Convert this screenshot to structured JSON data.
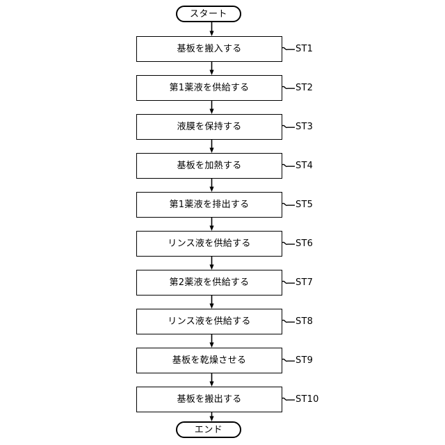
{
  "diagram": {
    "type": "flowchart",
    "orientation": "vertical",
    "title": "",
    "start": {
      "label": "スタート",
      "shape": "terminal"
    },
    "end": {
      "label": "エンド",
      "shape": "terminal"
    },
    "steps": [
      {
        "id": "ST1",
        "label": "基板を搬入する",
        "tag": "ST1"
      },
      {
        "id": "ST2",
        "label": "第1薬液を供給する",
        "tag": "ST2"
      },
      {
        "id": "ST3",
        "label": "液膜を保持する",
        "tag": "ST3"
      },
      {
        "id": "ST4",
        "label": "基板を加熱する",
        "tag": "ST4"
      },
      {
        "id": "ST5",
        "label": "第1薬液を排出する",
        "tag": "ST5"
      },
      {
        "id": "ST6",
        "label": "リンス液を供給する",
        "tag": "ST6"
      },
      {
        "id": "ST7",
        "label": "第2薬液を供給する",
        "tag": "ST7"
      },
      {
        "id": "ST8",
        "label": "リンス液を供給する",
        "tag": "ST8"
      },
      {
        "id": "ST9",
        "label": "基板を乾燥させる",
        "tag": "ST9"
      },
      {
        "id": "ST10",
        "label": "基板を搬出する",
        "tag": "ST10"
      }
    ],
    "colors": {
      "background": "#ffffff",
      "stroke": "#000000",
      "fill": "#ffffff",
      "text": "#000000"
    }
  }
}
